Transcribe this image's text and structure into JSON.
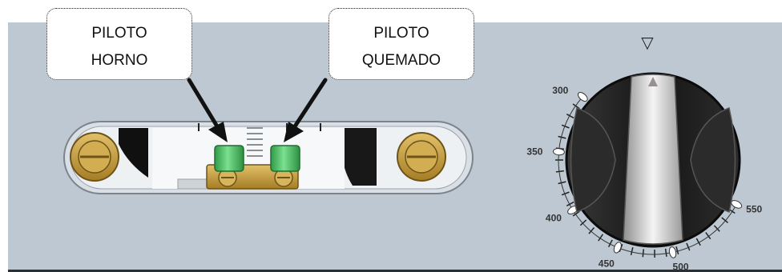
{
  "labels": {
    "pilot_oven": {
      "line1": "PILOTO",
      "line2": "HORNO"
    },
    "pilot_burner": {
      "line1": "PILOTO",
      "line2": "QUEMADO"
    }
  },
  "dial": {
    "marks": [
      "300",
      "350",
      "400",
      "450",
      "500",
      "550"
    ],
    "pointer_symbol": "▽"
  },
  "colors": {
    "panel": "#bec8d2",
    "pilot_green": "#4ec067",
    "brass": "#c9a34a",
    "knob": "#1f1f1f"
  }
}
